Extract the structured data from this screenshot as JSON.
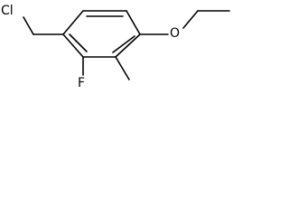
{
  "structure": {
    "atoms": {
      "chlorine": "Cl",
      "fluorine": "F",
      "oxygen": "O"
    }
  }
}
